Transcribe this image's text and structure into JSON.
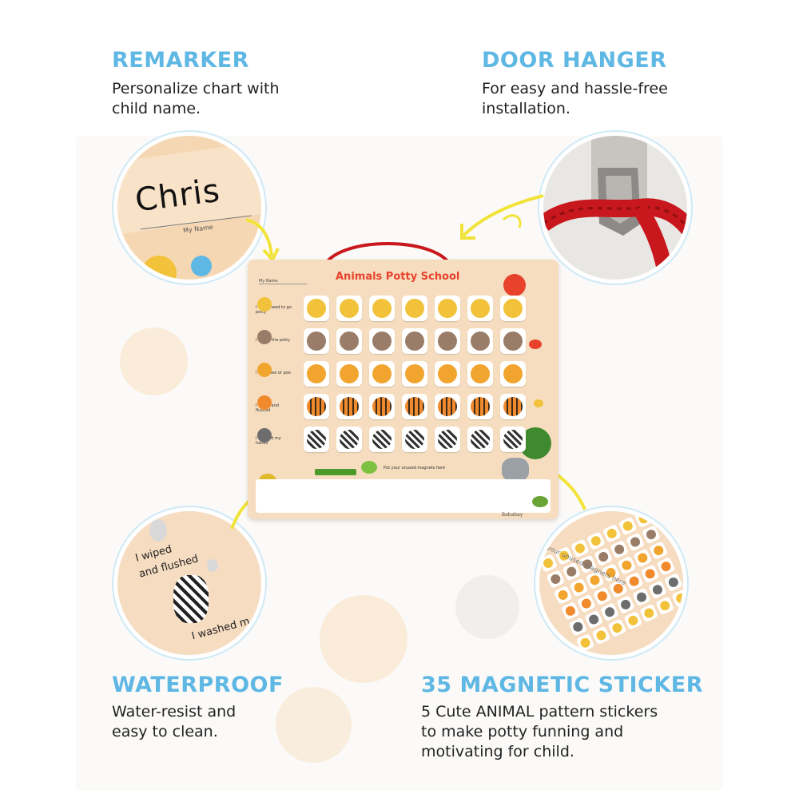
{
  "features": {
    "remarker": {
      "title": "REMARKER",
      "desc": "Personalize chart with\nchild name."
    },
    "door_hanger": {
      "title": "DOOR HANGER",
      "desc": "For easy and hassle-free\ninstallation."
    },
    "waterproof": {
      "title": "WATERPROOF",
      "desc": "Water-resist and\neasy to clean."
    },
    "magnetic": {
      "title": "35 MAGNETIC STICKER",
      "desc": "5 Cute ANIMAL pattern stickers\nto make potty funning and\nmotivating for child."
    }
  },
  "remarker_circle": {
    "name_written": "Chris",
    "name_caption": "My Name"
  },
  "waterproof_circle": {
    "line1": "I wiped",
    "line2": "and flushed",
    "line3": "I washed m"
  },
  "magnetic_circle": {
    "caption": "Put your unused magnets here"
  },
  "board": {
    "title": "Animals Potty School",
    "name_label": "My Name",
    "rows": [
      {
        "label": "I said I need to go potty",
        "animal": "giraffe"
      },
      {
        "label": "I sat on the potty",
        "animal": "monkey"
      },
      {
        "label": "I went pee or poo",
        "animal": "lion"
      },
      {
        "label": "I wiped and flushed",
        "animal": "tiger"
      },
      {
        "label": "I washed my hands",
        "animal": "zebra"
      }
    ],
    "columns": 7,
    "unused_label": "Put your unused magnets here",
    "brand": "Bababay"
  },
  "colors": {
    "accent": "#5fb7e4",
    "arrow": "#f2e33b",
    "board": "#f6ddbf",
    "rope": "#c8171d",
    "giraffe": "#f2c23a",
    "monkey": "#9a7d68",
    "lion": "#f1a52e",
    "tiger": "#f08a2c",
    "zebra": "#6d6d6d"
  }
}
